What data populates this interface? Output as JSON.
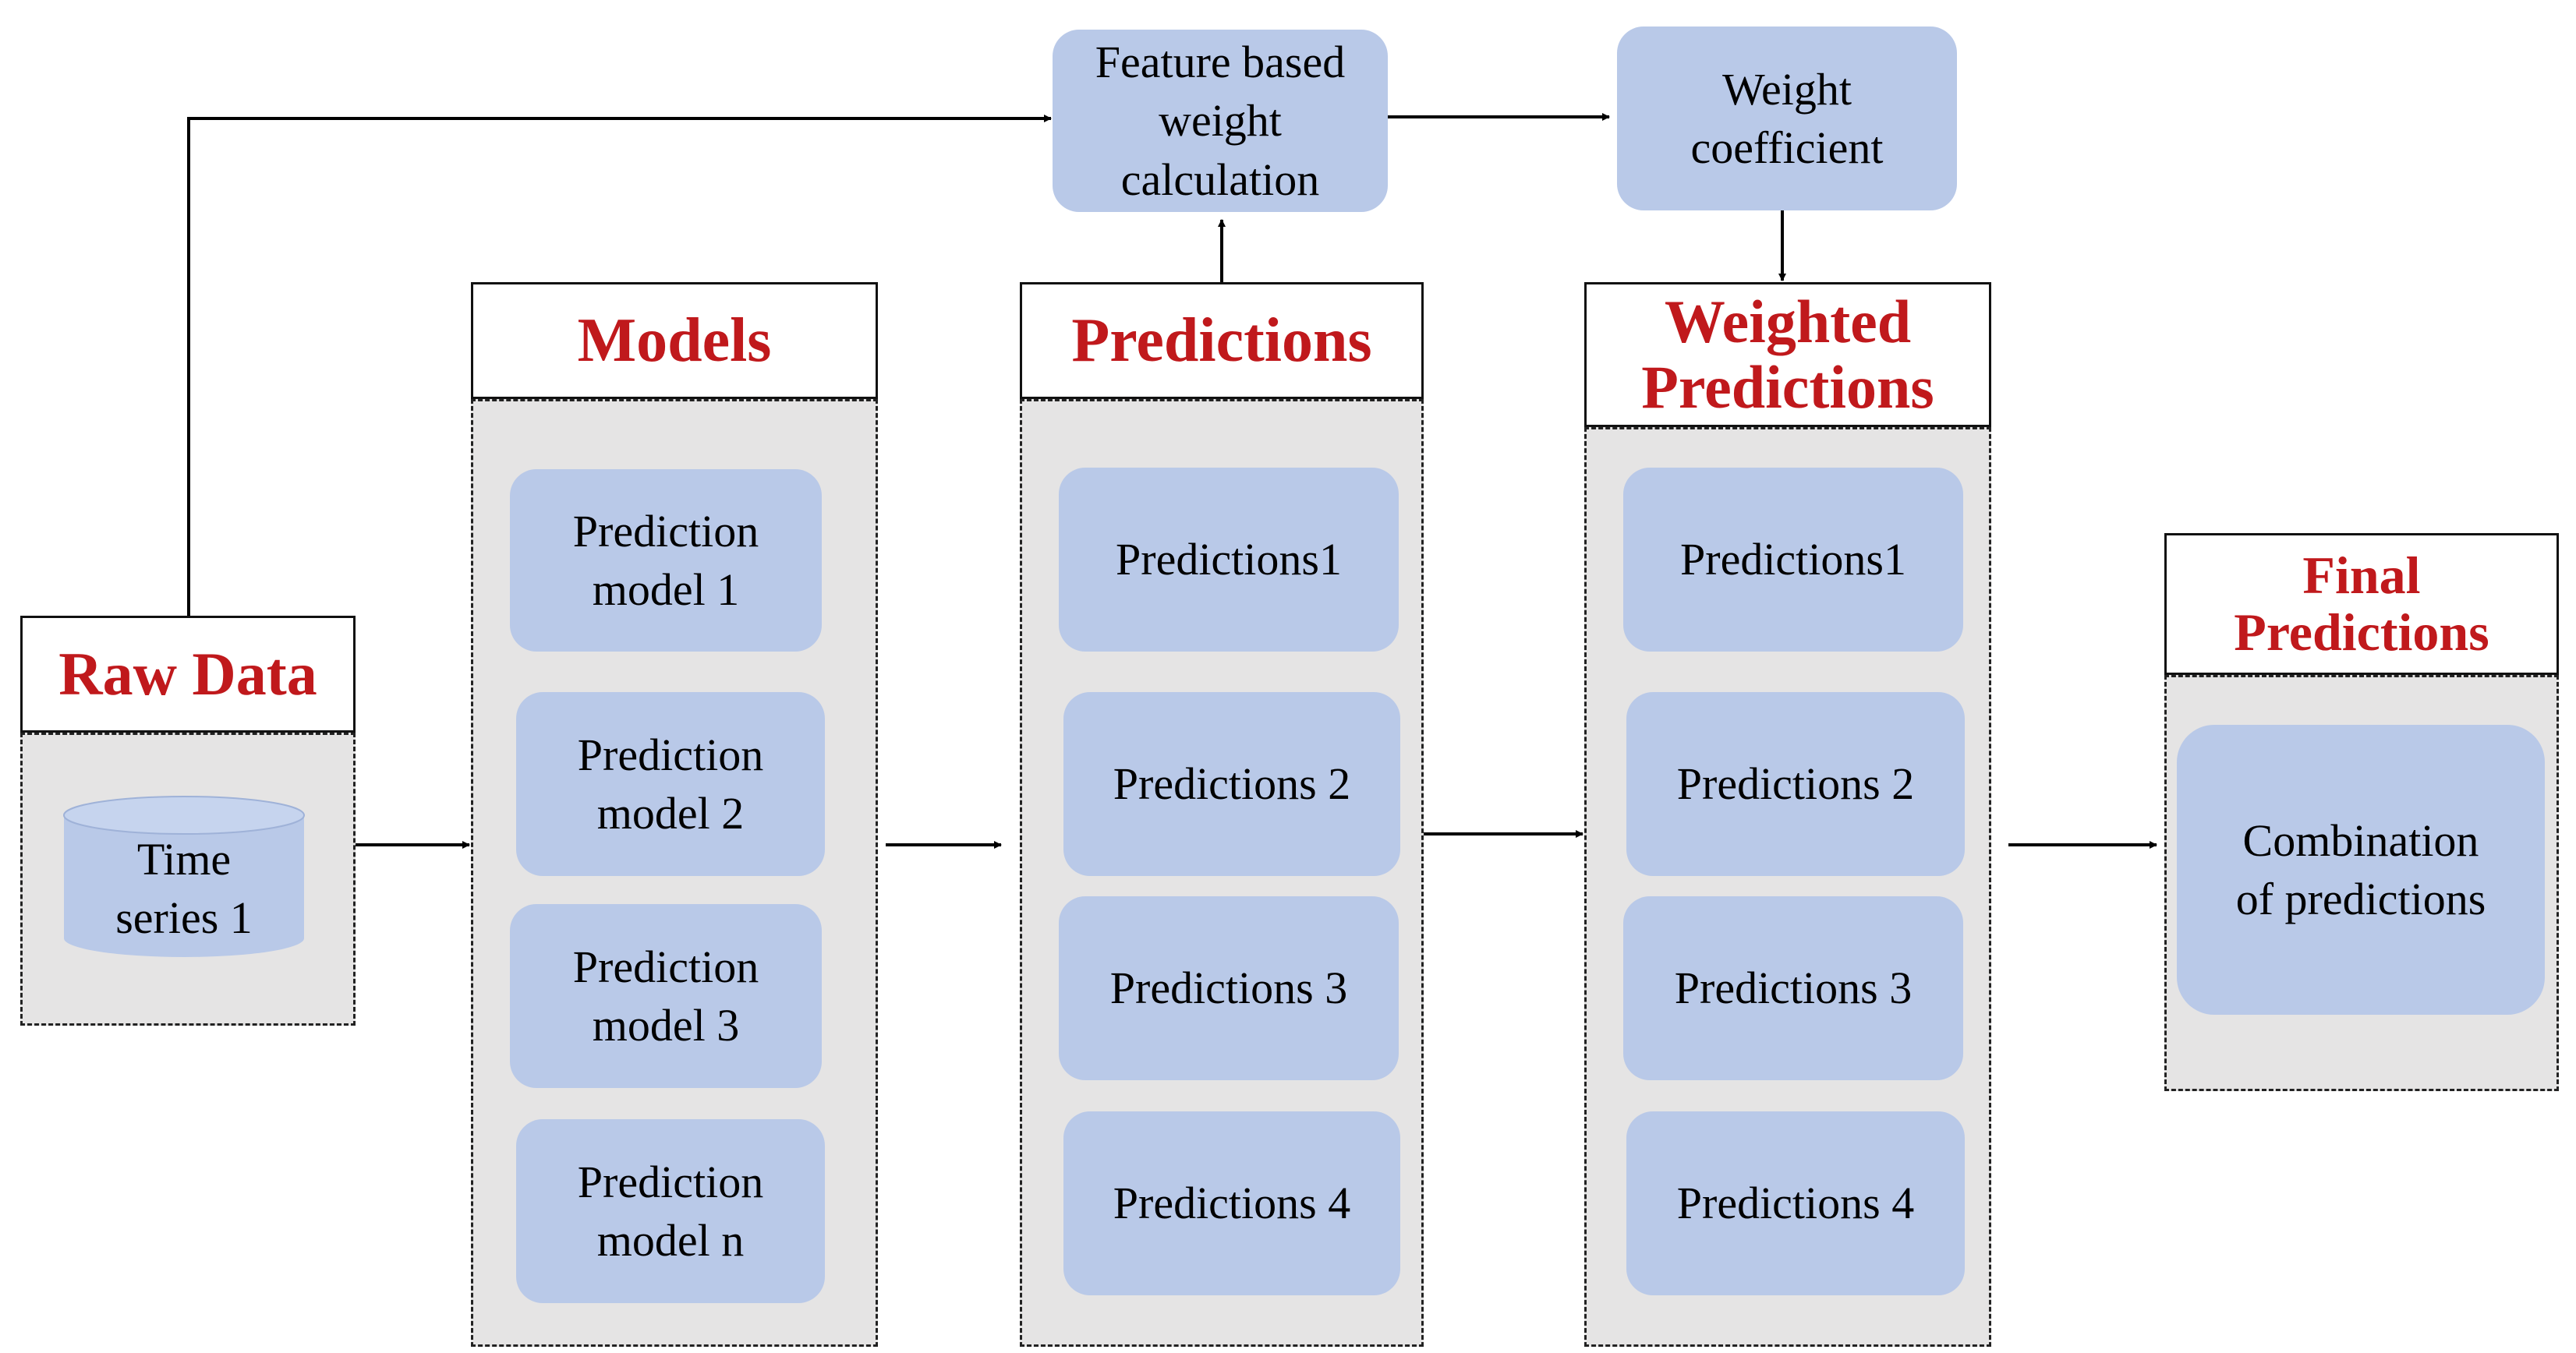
{
  "raw_data": {
    "title": "Raw Data",
    "cylinder_label": "Time\nseries 1"
  },
  "models": {
    "title": "Models",
    "items": [
      "Prediction\nmodel 1",
      "Prediction\nmodel 2",
      "Prediction\nmodel 3",
      "Prediction\nmodel n"
    ]
  },
  "predictions": {
    "title": "Predictions",
    "items": [
      "Predictions1",
      "Predictions 2",
      "Predictions 3",
      "Predictions 4"
    ]
  },
  "feature_weight": {
    "label": "Feature based\nweight\ncalculation"
  },
  "weight_coefficient": {
    "label": "Weight\ncoefficient"
  },
  "weighted_predictions": {
    "title": "Weighted\nPredictions",
    "items": [
      "Predictions1",
      "Predictions 2",
      "Predictions 3",
      "Predictions 4"
    ]
  },
  "final": {
    "title": "Final\nPredictions",
    "label": "Combination\nof predictions"
  },
  "colors": {
    "header_text": "#c0191c",
    "node_fill": "#b9c9e8",
    "panel_fill": "#e5e4e4"
  }
}
